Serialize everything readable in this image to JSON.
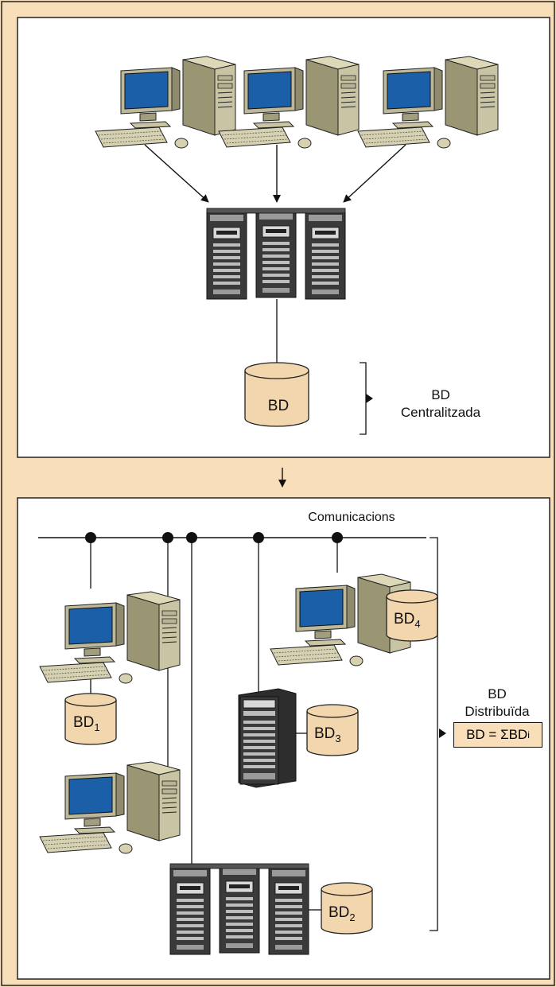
{
  "centralized": {
    "db_label": "BD",
    "title_line1": "BD",
    "title_line2": "Centralitzada"
  },
  "distributed": {
    "network_label": "Comunicacions",
    "title_line1": "BD",
    "title_line2": "Distribuïda",
    "formula_left": "BD = ΣBD",
    "formula_sub": "i",
    "databases": [
      {
        "base": "BD",
        "sub": "1"
      },
      {
        "base": "BD",
        "sub": "2"
      },
      {
        "base": "BD",
        "sub": "3"
      },
      {
        "base": "BD",
        "sub": "4"
      }
    ]
  },
  "colors": {
    "background": "#f8dfba",
    "panel": "#ffffff",
    "screen": "#1b5fa8",
    "case": "#c9c4a3",
    "server": "#3a3a3a",
    "cylinder": "#f2d6ae"
  }
}
